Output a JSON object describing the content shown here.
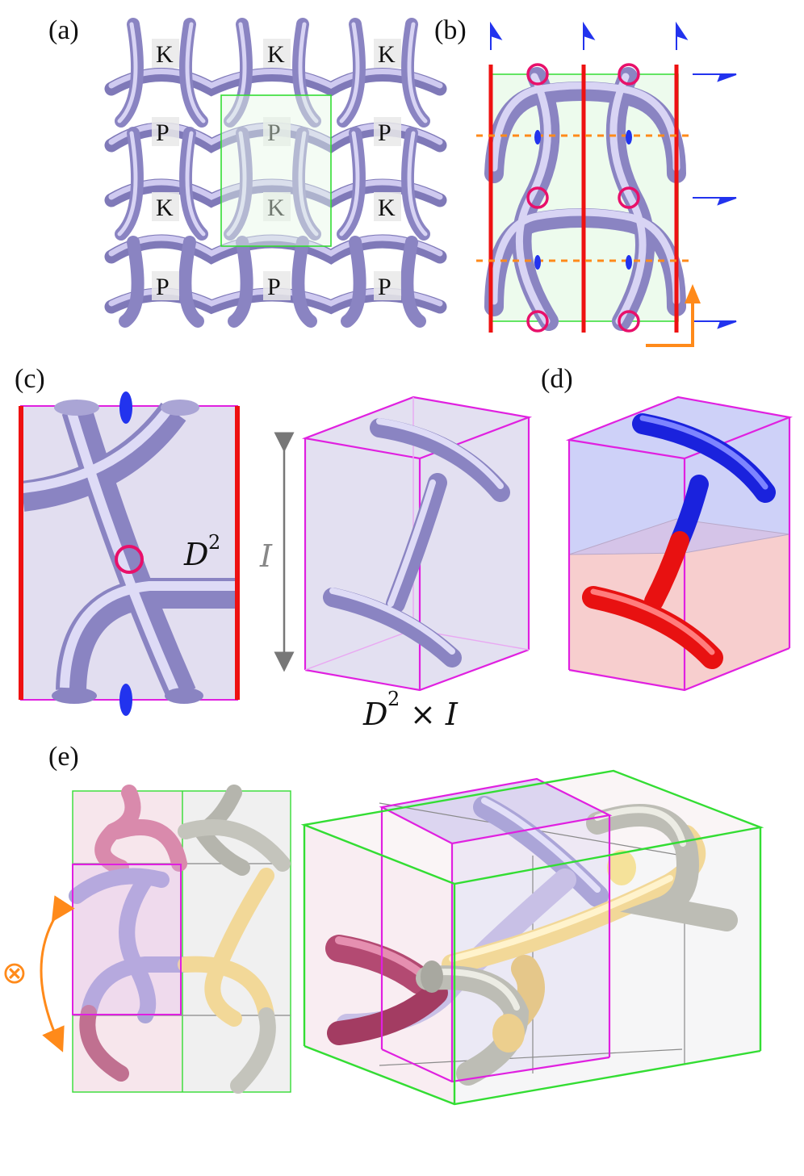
{
  "panels": {
    "a": {
      "label": "(a)",
      "rows": [
        [
          "K",
          "K",
          "K"
        ],
        [
          "P",
          "P",
          "P"
        ],
        [
          "K",
          "K",
          "K"
        ],
        [
          "P",
          "P",
          "P"
        ]
      ]
    },
    "b": {
      "label": "(b)"
    },
    "c": {
      "label": "(c)",
      "disk_label": "D",
      "disk_sup": "2",
      "interval_label": "I",
      "product_label": "D",
      "product_sup": "2",
      "product_rest": "× I"
    },
    "d": {
      "label": "(d)"
    },
    "e": {
      "label": "(e)",
      "axis_symbol": "⊗"
    }
  },
  "colors": {
    "yarn": "#b6b0e0",
    "yarn_dark": "#8a84c2",
    "frame_green": "#33dd33",
    "frame_magenta": "#e020e0",
    "mirror_red": "#ee1111",
    "glide_orange": "#ff8a1a",
    "axis_blue": "#2233ee",
    "circle_pink": "#e8106a",
    "upper_blue": "#1a22dd",
    "lower_red": "#e81111",
    "yarn_pink": "#d98aac",
    "yarn_cream": "#f2d898",
    "yarn_grey": "#c4c4bc"
  }
}
